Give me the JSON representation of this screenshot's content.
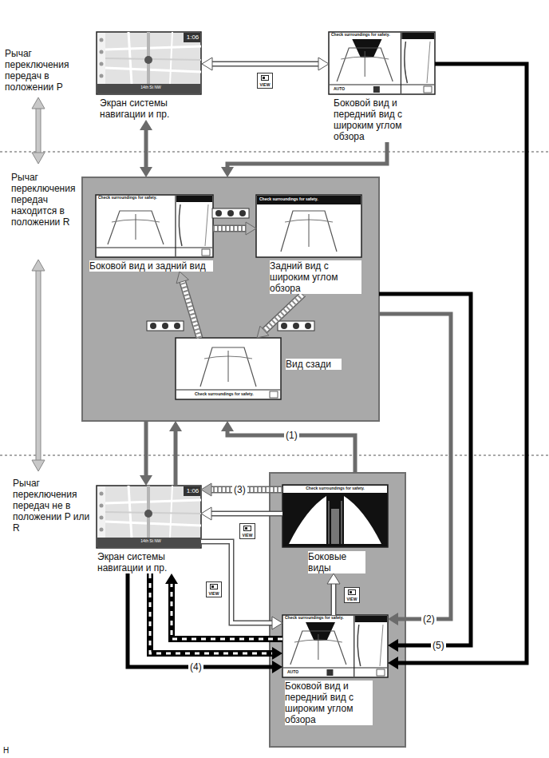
{
  "diagram": {
    "nodes": [
      {
        "text": [
          "Экран системы навигации и пр."
        ]
      },
      {
        "text": [
          "Боковой вид и передний вид с широким углом обзора"
        ]
      },
      {
        "text": []
      },
      {
        "text": [
          "Боковой вид и задний вид"
        ],
        "in": 2
      },
      {
        "text": [
          "Задний вид с широким углом обзора"
        ],
        "in": 2
      },
      {
        "text": [
          "Вид сзади"
        ],
        "in": 2
      },
      {
        "text": [
          "Экран системы навигации и пр."
        ]
      },
      {
        "text": []
      },
      {
        "text": [
          "Боковые виды"
        ],
        "in": 7
      },
      {
        "text": [
          "Боковой вид и передний вид с широким углом обзора"
        ],
        "in": 7
      }
    ],
    "edges": [
      {
        "from": 0,
        "to": 1,
        "arrow": "both",
        "label": "VIEW"
      },
      {
        "from": 0,
        "to": 2,
        "arrow": "both"
      },
      {
        "from": 1,
        "to": 2,
        "arrow": "to"
      },
      {
        "from": 1,
        "to": 9,
        "arrow": "to"
      },
      {
        "from": 2,
        "to": 9,
        "arrow": "to",
        "label": "(5)"
      },
      {
        "from": 2,
        "to": 9,
        "arrow": "to",
        "label": "(2)"
      },
      {
        "from": 3,
        "to": 4,
        "arrow": "to"
      },
      {
        "from": 4,
        "to": 5,
        "arrow": "to"
      },
      {
        "from": 5,
        "to": 3,
        "arrow": "to"
      },
      {
        "from": 2,
        "to": 6,
        "arrow": "to"
      },
      {
        "from": 6,
        "to": 2,
        "arrow": "to"
      },
      {
        "from": 7,
        "to": 2,
        "arrow": "to",
        "label": "(1)"
      },
      {
        "from": 8,
        "to": 6,
        "arrow": "to",
        "label": "(3)"
      },
      {
        "from": 8,
        "to": 6,
        "arrow": "to",
        "label": "VIEW"
      },
      {
        "from": 6,
        "to": 9,
        "arrow": "to",
        "label": "VIEW"
      },
      {
        "from": 9,
        "to": 8,
        "arrow": "to",
        "label": "VIEW"
      },
      {
        "from": 6,
        "to": 9,
        "arrow": "to",
        "label": "(4)"
      },
      {
        "from": 6,
        "to": 9,
        "arrow": "to"
      },
      {
        "from": 9,
        "to": 6,
        "arrow": "to"
      }
    ],
    "labels": [
      "Рычаг переключения передач в положении P",
      "Рычаг переключения передач находится в положении R",
      "Рычаг переключения передач не в положении P или R",
      "1:06",
      "14th St NW",
      "Check surroundings for safety.",
      "AUTO",
      "Check surroundings for safety.",
      "Check surroundings for safety.",
      "Check surroundings for safety.",
      "1:06",
      "14th St NW",
      "Check surroundings for safety.",
      "Check surroundings for safety.",
      "AUTO",
      "H"
    ]
  }
}
